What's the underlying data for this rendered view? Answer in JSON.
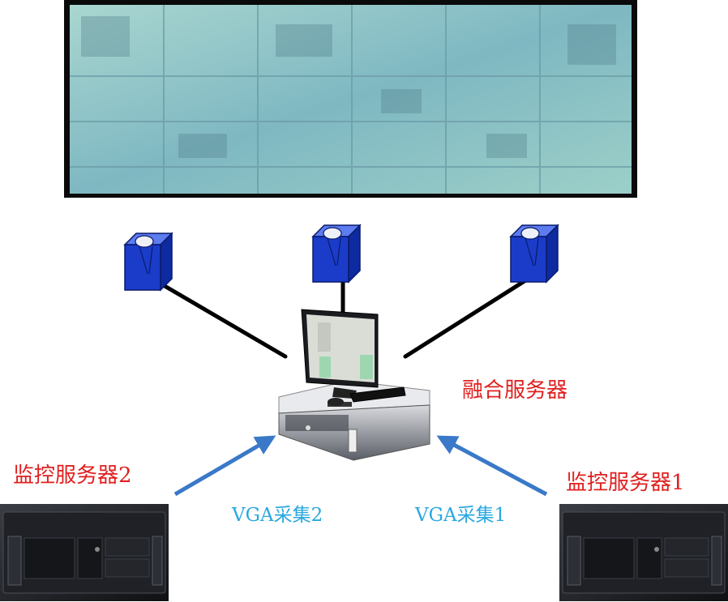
{
  "labels": {
    "fusion_server": "融合服务器",
    "monitor_server_2": "监控服务器2",
    "monitor_server_1": "监控服务器1",
    "vga_capture_2": "VGA采集2",
    "vga_capture_1": "VGA采集1"
  },
  "colors": {
    "label_red": "#e02020",
    "label_blue": "#29a8e0",
    "arrow_blue": "#3a78c8",
    "projector_blue": "#1a3cc8",
    "cable": "#000000"
  },
  "icons": {
    "video_wall": "video-wall",
    "projector": "projector-icon",
    "fusion_server": "workstation-server",
    "monitor_server": "rack-server"
  }
}
